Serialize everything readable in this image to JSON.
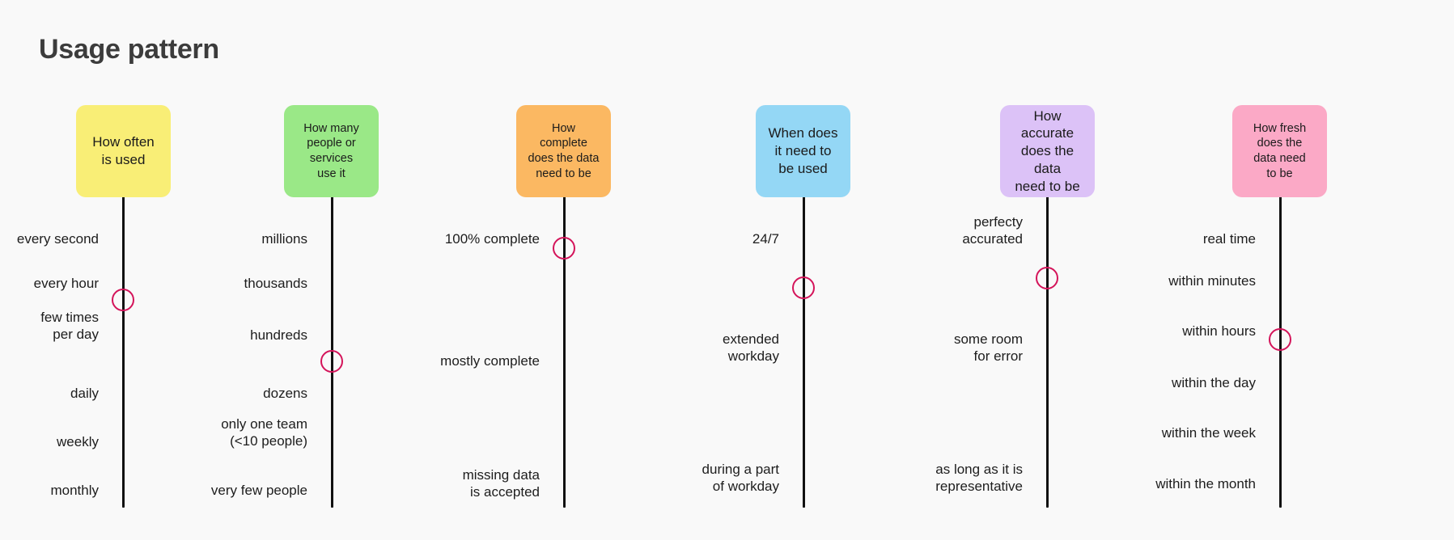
{
  "page": {
    "title": "Usage pattern",
    "background_color": "#f9f9f9",
    "marker_color": "#d4145a",
    "axis_line_color": "#111111"
  },
  "chart_data": {
    "type": "table",
    "title": "Usage pattern",
    "description": "Six categorical vertical scales; each scale has a colored header card, an ordered list of options from top (most demanding) to bottom (least demanding), and a circular marker indicating the selected level.",
    "columns": [
      {
        "id": "how-often-is-used",
        "card_label": "How often\nis used",
        "color": "#f9ee76",
        "options": [
          "every second",
          "every hour",
          "few times\nper day",
          "daily",
          "weekly",
          "monthly"
        ],
        "selected_index": 1,
        "selected_value": "every hour"
      },
      {
        "id": "how-many-people-or-services-use-it",
        "card_label": "How many\npeople or\nservices\nuse it",
        "color": "#9ae887",
        "options": [
          "millions",
          "thousands",
          "hundreds",
          "dozens",
          "only one team\n(<10 people)",
          "very few people"
        ],
        "selected_index": 2,
        "selected_value": "hundreds"
      },
      {
        "id": "how-complete-does-the-data-need-to-be",
        "card_label": "How\ncomplete\ndoes the data\nneed to be",
        "color": "#fbb862",
        "options": [
          "100% complete",
          "mostly complete",
          "missing data\nis accepted"
        ],
        "selected_index": 0,
        "selected_value": "100% complete"
      },
      {
        "id": "when-does-it-need-to-be-used",
        "card_label": "When does\nit need to\nbe used",
        "color": "#94d7f5",
        "options": [
          "24/7",
          "extended\nworkday",
          "during a part\nof workday"
        ],
        "selected_index": 0,
        "selected_value": "24/7"
      },
      {
        "id": "how-accurate-does-the-data-need-to-be",
        "card_label": "How accurate\ndoes the data\nneed to be",
        "color": "#dcc2f7",
        "options": [
          "perfecty\naccurated",
          "some room\nfor error",
          "as long as it is\nrepresentative"
        ],
        "selected_index": 0,
        "selected_value": "perfecty accurated"
      },
      {
        "id": "how-fresh-does-the-data-need-to-be",
        "card_label": "How fresh\ndoes the\ndata need\nto be",
        "color": "#fba9c6",
        "options": [
          "real time",
          "within minutes",
          "within hours",
          "within the day",
          "within the week",
          "within the month"
        ],
        "selected_index": 2,
        "selected_value": "within hours"
      }
    ]
  }
}
